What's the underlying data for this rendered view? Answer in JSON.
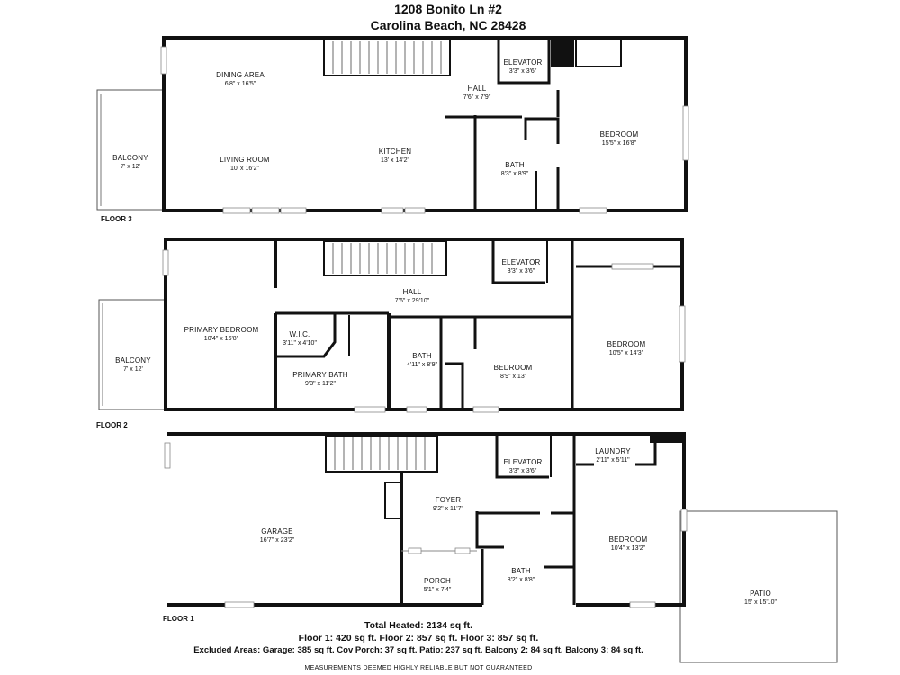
{
  "header": {
    "address_line1": "1208 Bonito Ln #2",
    "address_line2": "Carolina Beach, NC 28428"
  },
  "floors": [
    {
      "label": "FLOOR 3",
      "rooms": [
        {
          "id": "f3-dining",
          "name": "DINING AREA",
          "dims": "6'8\" x 16'5\""
        },
        {
          "id": "f3-living",
          "name": "LIVING ROOM",
          "dims": "10' x 16'2\""
        },
        {
          "id": "f3-kitchen",
          "name": "KITCHEN",
          "dims": "13' x 14'2\""
        },
        {
          "id": "f3-hall",
          "name": "HALL",
          "dims": "7'6\" x 7'9\""
        },
        {
          "id": "f3-elevator",
          "name": "ELEVATOR",
          "dims": "3'3\" x 3'6\""
        },
        {
          "id": "f3-bedroom",
          "name": "BEDROOM",
          "dims": "15'5\" x 16'8\""
        },
        {
          "id": "f3-bath",
          "name": "BATH",
          "dims": "8'3\" x 8'9\""
        },
        {
          "id": "f3-balcony",
          "name": "BALCONY",
          "dims": "7' x 12'"
        }
      ]
    },
    {
      "label": "FLOOR 2",
      "rooms": [
        {
          "id": "f2-primary-bedroom",
          "name": "PRIMARY BEDROOM",
          "dims": "10'4\" x 16'8\""
        },
        {
          "id": "f2-wic",
          "name": "W.I.C.",
          "dims": "3'11\" x 4'10\""
        },
        {
          "id": "f2-primary-bath",
          "name": "PRIMARY BATH",
          "dims": "9'3\" x 11'2\""
        },
        {
          "id": "f2-hall",
          "name": "HALL",
          "dims": "7'6\" x 29'10\""
        },
        {
          "id": "f2-elevator",
          "name": "ELEVATOR",
          "dims": "3'3\" x 3'6\""
        },
        {
          "id": "f2-bath",
          "name": "BATH",
          "dims": "4'11\" x 8'9\""
        },
        {
          "id": "f2-bedroom-mid",
          "name": "BEDROOM",
          "dims": "8'9\" x 13'"
        },
        {
          "id": "f2-bedroom-right",
          "name": "BEDROOM",
          "dims": "10'5\" x 14'3\""
        },
        {
          "id": "f2-balcony",
          "name": "BALCONY",
          "dims": "7' x 12'"
        }
      ]
    },
    {
      "label": "FLOOR 1",
      "rooms": [
        {
          "id": "f1-garage",
          "name": "GARAGE",
          "dims": "16'7\" x 23'2\""
        },
        {
          "id": "f1-foyer",
          "name": "FOYER",
          "dims": "9'2\" x 11'7\""
        },
        {
          "id": "f1-elevator",
          "name": "ELEVATOR",
          "dims": "3'3\" x 3'6\""
        },
        {
          "id": "f1-laundry",
          "name": "LAUNDRY",
          "dims": "2'11\" x 5'11\""
        },
        {
          "id": "f1-bedroom",
          "name": "BEDROOM",
          "dims": "10'4\" x 13'2\""
        },
        {
          "id": "f1-bath",
          "name": "BATH",
          "dims": "8'2\" x 8'8\""
        },
        {
          "id": "f1-porch",
          "name": "PORCH",
          "dims": "5'1\" x 7'4\""
        },
        {
          "id": "f1-patio",
          "name": "PATIO",
          "dims": "15' x 15'10\""
        }
      ]
    }
  ],
  "totals": {
    "heated": "Total Heated:  2134 sq ft.",
    "floors": "Floor 1: 420 sq ft. Floor 2: 857 sq ft. Floor 3: 857 sq ft.",
    "excluded": "Excluded Areas: Garage: 385 sq ft. Cov Porch: 37 sq ft. Patio: 237 sq ft. Balcony 2: 84 sq ft. Balcony 3: 84 sq ft."
  },
  "footer": {
    "disclaimer": "MEASUREMENTS DEEMED HIGHLY RELIABLE BUT NOT GUARANTEED"
  },
  "colors": {
    "wall": "#111111",
    "thin_line": "#555555",
    "window": "#bbbbbb",
    "background": "#ffffff"
  }
}
